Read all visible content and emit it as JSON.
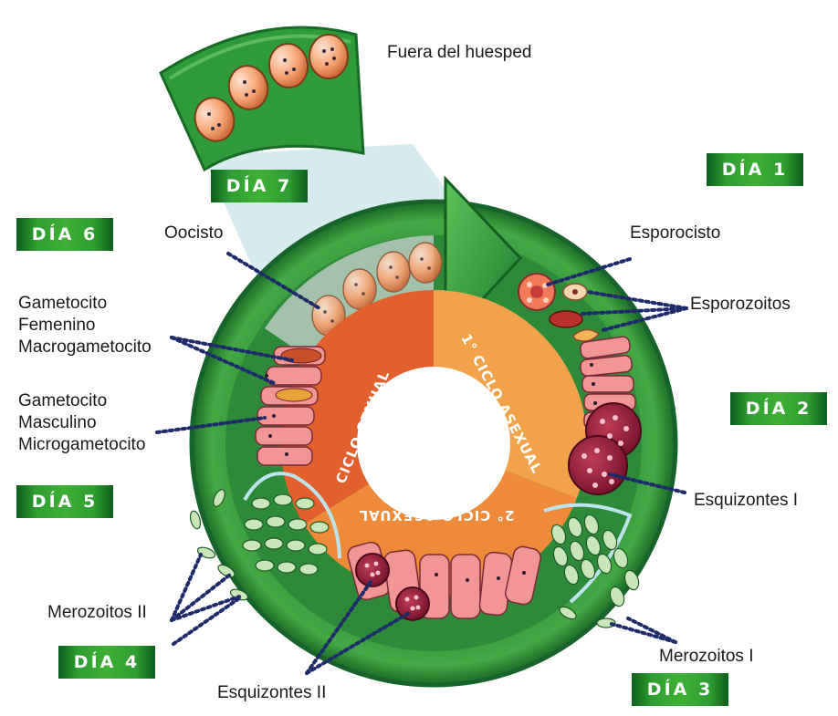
{
  "labels": {
    "fuera": "Fuera del huesped",
    "oocisto": "Oocisto",
    "gametocito_f": [
      "Gametocito",
      "Femenino",
      "Macrogametocito"
    ],
    "gametocito_m": [
      "Gametocito",
      "Masculino",
      "Microgametocito"
    ],
    "esporocisto": "Esporocisto",
    "esporozoitos": "Esporozoitos",
    "esquizontes_1": "Esquizontes I",
    "merozoitos_1": "Merozoitos I",
    "esquizontes_2": "Esquizontes II",
    "merozoitos_2": "Merozoitos II"
  },
  "days": {
    "d1": "DÍA 1",
    "d2": "DÍA 2",
    "d3": "DÍA 3",
    "d4": "DÍA 4",
    "d5": "DÍA 5",
    "d6": "DÍA 6",
    "d7": "DÍA 7"
  },
  "cycles": {
    "sexual": "CICLO SEXUAL",
    "asexual1": "1° CICLO ASEXUAL",
    "asexual2": "2° CICLO ASEXUAL"
  },
  "colors": {
    "ring_green": "#2e8b3a",
    "dark_green": "#116a25",
    "sexual_orange": "#e8652a",
    "asexual_orange": "#f3a24a",
    "cell_pink": "#f08b8b"
  }
}
